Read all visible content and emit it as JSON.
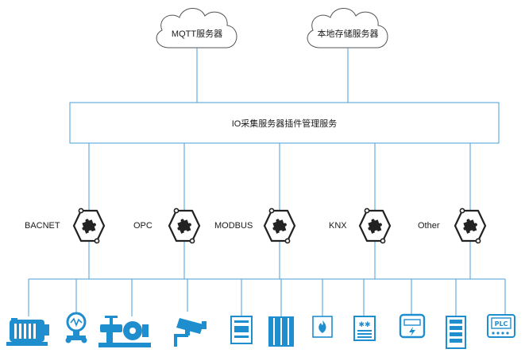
{
  "clouds": [
    {
      "id": "mqtt",
      "label": "MQTT服务器"
    },
    {
      "id": "local",
      "label": "本地存储服务器"
    }
  ],
  "manager": {
    "label": "IO采集服务器插件管理服务"
  },
  "plugins": [
    {
      "id": "bacnet",
      "label": "BACNET",
      "icon": "puzzle-plugin-icon"
    },
    {
      "id": "opc",
      "label": "OPC",
      "icon": "puzzle-plugin-icon"
    },
    {
      "id": "modbus",
      "label": "MODBUS",
      "icon": "puzzle-plugin-icon"
    },
    {
      "id": "knx",
      "label": "KNX",
      "icon": "puzzle-plugin-icon"
    },
    {
      "id": "other",
      "label": "Other",
      "icon": "puzzle-plugin-icon"
    }
  ],
  "devices": [
    {
      "icon": "motor-icon"
    },
    {
      "icon": "pressure-gauge-icon"
    },
    {
      "icon": "pump-valve-icon"
    },
    {
      "icon": "cctv-camera-icon"
    },
    {
      "icon": "meter-box-icon"
    },
    {
      "icon": "cabinet-icon"
    },
    {
      "icon": "fire-alarm-icon"
    },
    {
      "icon": "hvac-panel-icon"
    },
    {
      "icon": "power-meter-icon"
    },
    {
      "icon": "control-cabinet-icon"
    },
    {
      "icon": "plc-icon"
    }
  ],
  "colors": {
    "line": "#4a9fd8",
    "icon_blue": "#1f8ecf",
    "box_border": "#4a9fd8",
    "cloud_border": "#555555",
    "plugin_dark": "#222222"
  }
}
